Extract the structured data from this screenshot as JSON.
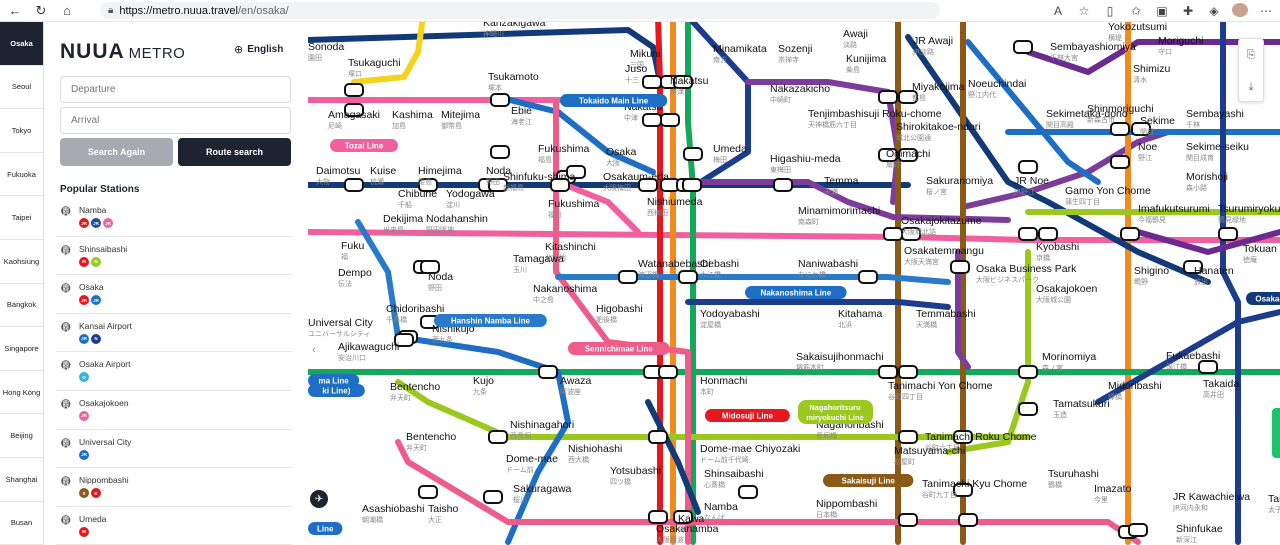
{
  "browser": {
    "url_host": "https://metro.nuua.travel",
    "url_path": "/en/osaka/"
  },
  "cities": [
    "Osaka",
    "Seoul",
    "Tokyo",
    "Fukuoka",
    "Taipei",
    "Kaohsiung",
    "Bangkok",
    "Singapore",
    "Hong Kong",
    "Beijing",
    "Shanghai",
    "Busan"
  ],
  "panel": {
    "brand": "NUUA",
    "brand_sub": "METRO",
    "language": "English",
    "departure_placeholder": "Departure",
    "arrival_placeholder": "Arrival",
    "search_again": "Search Again",
    "route_search": "Route search",
    "popular_title": "Popular Stations"
  },
  "popular_stations": [
    {
      "name": "Namba",
      "badges": [
        {
          "t": "JR",
          "c": "#e5171f"
        },
        {
          "t": "JR",
          "c": "#1e4aa8"
        },
        {
          "t": "JR",
          "c": "#f0609e"
        }
      ]
    },
    {
      "name": "Shinsaibashi",
      "badges": [
        {
          "t": "M",
          "c": "#e5171f"
        },
        {
          "t": "N",
          "c": "#9ac81e"
        }
      ]
    },
    {
      "name": "Osaka",
      "badges": [
        {
          "t": "JR",
          "c": "#e5171f"
        },
        {
          "t": "JR",
          "c": "#1e6fc4"
        }
      ]
    },
    {
      "name": "Kansai Airport",
      "badges": [
        {
          "t": "JR",
          "c": "#1e6fc4"
        },
        {
          "t": "N",
          "c": "#1d3c8c"
        }
      ]
    },
    {
      "name": "Osaka Airport",
      "badges": [
        {
          "t": "O",
          "c": "#2fb6d9"
        }
      ]
    },
    {
      "name": "Osakajokoen",
      "badges": [
        {
          "t": "JR",
          "c": "#f0609e"
        }
      ]
    },
    {
      "name": "Universal City",
      "badges": [
        {
          "t": "JR",
          "c": "#1e6fc4"
        }
      ]
    },
    {
      "name": "Nippombashi",
      "badges": [
        {
          "t": "S",
          "c": "#8e5a17"
        },
        {
          "t": "K",
          "c": "#e5171f"
        }
      ]
    },
    {
      "name": "Umeda",
      "badges": [
        {
          "t": "M",
          "c": "#e5171f"
        }
      ]
    }
  ],
  "map": {
    "colors": {
      "midosuji": "#e5171f",
      "tanimachi": "#7c3c99",
      "yotsubashi": "#1e6fc4",
      "chuo": "#16a85a",
      "sennichimae": "#ee5c8a",
      "sakaisuji": "#8b5a16",
      "nagahori": "#9ac81e",
      "imazatosuji": "#f08c1e",
      "jr_loop": "#f0609e",
      "tozai": "#f0609e",
      "keihan": "#1d3c8c",
      "hankyu": "#123a78",
      "hanshin": "#2a7ac8",
      "tokaido": "#1e6fc4",
      "kintetsu": "#e5171f",
      "kyoto_line": "#1e6fc4",
      "yellow": "#f4d21e",
      "purple": "#6b2a8e"
    },
    "line_labels": {
      "tokaido": "Tokaido Main Line",
      "tozai": "Tozai Line",
      "hanshin_namba": "Hanshin Namba Line",
      "sennichimae": "Sennichimae Line",
      "nakanoshima": "Nakanoshima Line",
      "midosuji": "Midosuji Line",
      "nagahori": "Nagahoritsuru miryokuchi Line",
      "sakaisuji": "Sakaisuji Line",
      "left_line_1": "ma Line",
      "left_line_2": "ki Line)",
      "left_line_3": "Line",
      "osaka_b": "Osaka-B"
    },
    "stations": [
      {
        "en": "Sonoda",
        "ja": "園田"
      },
      {
        "en": "Tsukaguchi",
        "ja": "塚口"
      },
      {
        "en": "Kanzakigawa",
        "ja": "神崎川"
      },
      {
        "en": "Mikuni",
        "ja": "三国"
      },
      {
        "en": "Minamikata",
        "ja": "南方"
      },
      {
        "en": "Sozenji",
        "ja": "崇禅寺"
      },
      {
        "en": "Awaji",
        "ja": "淡路"
      },
      {
        "en": "JR Awaji",
        "ja": "JR淡路"
      },
      {
        "en": "Tsukamoto",
        "ja": "塚本"
      },
      {
        "en": "Juso",
        "ja": "十三"
      },
      {
        "en": "Nakatsu",
        "ja": "中津"
      },
      {
        "en": "Nakazakicho",
        "ja": "中崎町"
      },
      {
        "en": "Kunijima",
        "ja": "柴島"
      },
      {
        "en": "Miyakojima",
        "ja": "都島"
      },
      {
        "en": "Noeuchindai",
        "ja": "野江内代"
      },
      {
        "en": "Amagasaki",
        "ja": "尼崎"
      },
      {
        "en": "Kashima",
        "ja": "加島"
      },
      {
        "en": "Mitejima",
        "ja": "御幣島"
      },
      {
        "en": "Ebie",
        "ja": "海老江"
      },
      {
        "en": "Nakatsu",
        "ja": "中津"
      },
      {
        "en": "Tenjimbashisuji Roku-chome",
        "ja": "天神橋筋六丁目"
      },
      {
        "en": "Shirokitakoe-ndori",
        "ja": "城北公園通"
      },
      {
        "en": "Sekimetaka-dono",
        "ja": "関目高殿"
      },
      {
        "en": "Umeda",
        "ja": "梅田"
      },
      {
        "en": "Fukushima",
        "ja": "福島"
      },
      {
        "en": "Osaka",
        "ja": "大阪"
      },
      {
        "en": "Ogimachi",
        "ja": "扇町"
      },
      {
        "en": "Daimotsu",
        "ja": "大物"
      },
      {
        "en": "Kuise",
        "ja": "杭瀬"
      },
      {
        "en": "Himejima",
        "ja": "姫島"
      },
      {
        "en": "Noda",
        "ja": "野田"
      },
      {
        "en": "Shinfuku-shima",
        "ja": "新福島"
      },
      {
        "en": "Osakaum-eda",
        "ja": "大阪梅田"
      },
      {
        "en": "Higashiu-meda",
        "ja": "東梅田"
      },
      {
        "en": "Temma",
        "ja": "天満"
      },
      {
        "en": "Sakuranomiya",
        "ja": "桜ノ宮"
      },
      {
        "en": "JR Noe",
        "ja": "JR野江"
      },
      {
        "en": "Gamo Yon Chome",
        "ja": "蒲生四丁目"
      },
      {
        "en": "Chibune",
        "ja": "千船"
      },
      {
        "en": "Yodogawa",
        "ja": "淀川"
      },
      {
        "en": "Fukushima",
        "ja": "福島"
      },
      {
        "en": "Nishiumeda",
        "ja": "西梅田"
      },
      {
        "en": "Minamimorimachi",
        "ja": "南森町"
      },
      {
        "en": "Osakajokitazume",
        "ja": "大阪城北詰"
      },
      {
        "en": "Imafukutsurumi",
        "ja": "今福鶴見"
      },
      {
        "en": "Tsurumiryoku",
        "ja": "鶴見緑地"
      },
      {
        "en": "Dekijima",
        "ja": "出来島"
      },
      {
        "en": "Nodahanshin",
        "ja": "野田阪神"
      },
      {
        "en": "Kitashinchi",
        "ja": "北新地"
      },
      {
        "en": "Kyobashi",
        "ja": "京橋"
      },
      {
        "en": "Shigino",
        "ja": "鴫野"
      },
      {
        "en": "Hanaten",
        "ja": "放出"
      },
      {
        "en": "Tokuan",
        "ja": "徳庵"
      },
      {
        "en": "Fuku",
        "ja": "福"
      },
      {
        "en": "Dempo",
        "ja": "伝法"
      },
      {
        "en": "Noda",
        "ja": "野田"
      },
      {
        "en": "Tamagawa",
        "ja": "玉川"
      },
      {
        "en": "Watanabebashi",
        "ja": "渡辺橋"
      },
      {
        "en": "Oebashi",
        "ja": "大江橋"
      },
      {
        "en": "Naniwabashi",
        "ja": "なにわ橋"
      },
      {
        "en": "Osakatemmangu",
        "ja": "大阪天満宮"
      },
      {
        "en": "Osaka Business Park",
        "ja": "大阪ビジネスパーク"
      },
      {
        "en": "Osakajokoen",
        "ja": "大阪城公園"
      },
      {
        "en": "Chidoribashi",
        "ja": "千鳥橋"
      },
      {
        "en": "Nakanoshima",
        "ja": "中之島"
      },
      {
        "en": "Higobashi",
        "ja": "肥後橋"
      },
      {
        "en": "Yodoyabashi",
        "ja": "淀屋橋"
      },
      {
        "en": "Kitahama",
        "ja": "北浜"
      },
      {
        "en": "Temmabashi",
        "ja": "天満橋"
      },
      {
        "en": "Universal City",
        "ja": "ユニバーサルシティ"
      },
      {
        "en": "Nishikujo",
        "ja": "西九条"
      },
      {
        "en": "Ajikawaguchi",
        "ja": "安治川口"
      },
      {
        "en": "Sakaisujihonmachi",
        "ja": "堺筋本町"
      },
      {
        "en": "Morinomiya",
        "ja": "森ノ宮"
      },
      {
        "en": "Fukaebashi",
        "ja": "深江橋"
      },
      {
        "en": "Takaida",
        "ja": "高井田"
      },
      {
        "en": "Bentencho",
        "ja": "弁天町"
      },
      {
        "en": "Kujo",
        "ja": "九条"
      },
      {
        "en": "Awaza",
        "ja": "阿波座"
      },
      {
        "en": "Honmachi",
        "ja": "本町"
      },
      {
        "en": "Tanimachi Yon Chome",
        "ja": "谷町四丁目"
      },
      {
        "en": "Midoribashi",
        "ja": "緑橋"
      },
      {
        "en": "Tamatsukuri",
        "ja": "玉造"
      },
      {
        "en": "Nishinagahori",
        "ja": "西長堀"
      },
      {
        "en": "Nagahoribashi",
        "ja": "長堀橋"
      },
      {
        "en": "Tanimachi Roku Chome",
        "ja": "谷町六丁目"
      },
      {
        "en": "Bentencho",
        "ja": "弁天町"
      },
      {
        "en": "Dome-mae Chiyozaki",
        "ja": "ドーム前千代崎"
      },
      {
        "en": "Nishiohashi",
        "ja": "西大橋"
      },
      {
        "en": "Shinsaibashi",
        "ja": "心斎橋"
      },
      {
        "en": "Matsuyama-chi",
        "ja": "松屋町"
      },
      {
        "en": "Dome-mae",
        "ja": "ドーム前"
      },
      {
        "en": "Yotsubashi",
        "ja": "四ツ橋"
      },
      {
        "en": "Tanimachi Kyu Chome",
        "ja": "谷町九丁目"
      },
      {
        "en": "Tsuruhashi",
        "ja": "鶴橋"
      },
      {
        "en": "Imazato",
        "ja": "今里"
      },
      {
        "en": "JR Kawachieiwa",
        "ja": "JR河内永和"
      },
      {
        "en": "Asashiobashi",
        "ja": "朝潮橋"
      },
      {
        "en": "Taisho",
        "ja": "大正"
      },
      {
        "en": "Sakuragawa",
        "ja": "桜川"
      },
      {
        "en": "Namba",
        "ja": "なんば"
      },
      {
        "en": "Nippombashi",
        "ja": "日本橋"
      },
      {
        "en": "Osakanamba",
        "ja": "大阪難波"
      },
      {
        "en": "Shinfukae",
        "ja": "新深江"
      },
      {
        "en": "Shimizu",
        "ja": "清水"
      },
      {
        "en": "Moriguchi",
        "ja": "守口"
      },
      {
        "en": "Sembayashiomiya",
        "ja": "千林大宮"
      },
      {
        "en": "Sekime",
        "ja": "関目"
      },
      {
        "en": "Sembayashi",
        "ja": "千林"
      },
      {
        "en": "Shinmoriguchi",
        "ja": "新森古市"
      },
      {
        "en": "Noe",
        "ja": "野江"
      },
      {
        "en": "Sekime-seiku",
        "ja": "関目成育"
      },
      {
        "en": "Morishoji",
        "ja": "森小路"
      },
      {
        "en": "Yokozutsumi",
        "ja": "横堤"
      },
      {
        "en": "Taishibashiimaichi",
        "ja": "太子橋今市"
      },
      {
        "en": "Kawa",
        "ja": "河"
      }
    ]
  }
}
